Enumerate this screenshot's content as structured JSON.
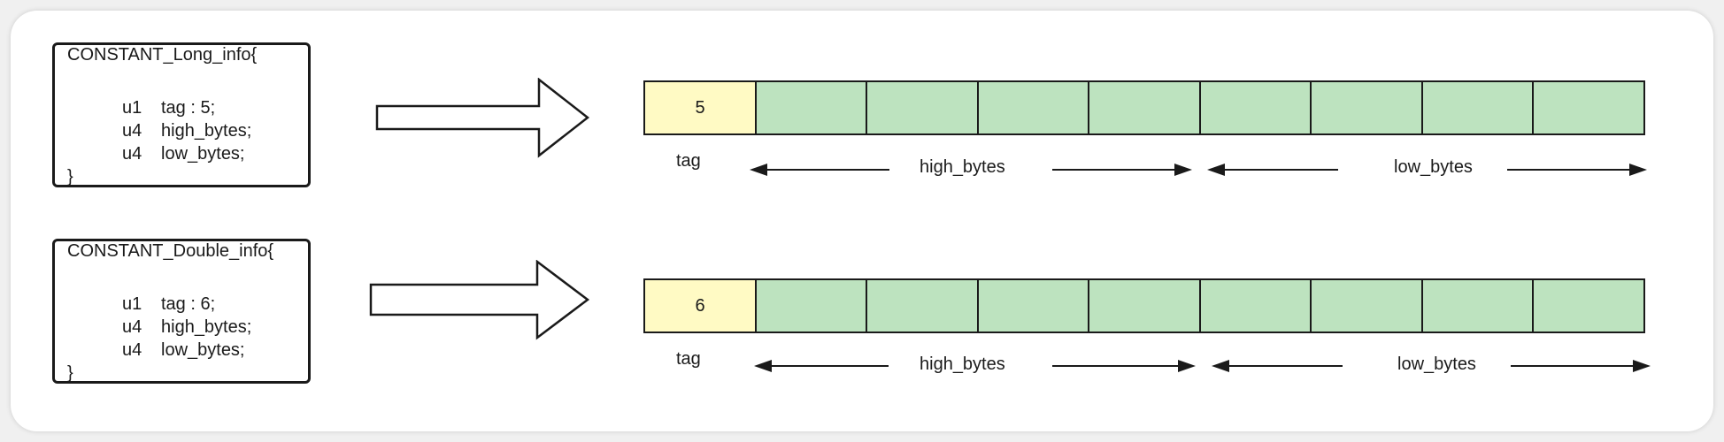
{
  "rows": [
    {
      "struct_name": "CONSTANT_Long_info{",
      "fields": [
        {
          "type": "u1",
          "text": "tag : 5;"
        },
        {
          "type": "u4",
          "text": "high_bytes;"
        },
        {
          "type": "u4",
          "text": "low_bytes;"
        }
      ],
      "close": "}",
      "tag_value": "5",
      "tag_label": "tag",
      "high_label": "high_bytes",
      "low_label": "low_bytes"
    },
    {
      "struct_name": "CONSTANT_Double_info{",
      "fields": [
        {
          "type": "u1",
          "text": "tag : 6;"
        },
        {
          "type": "u4",
          "text": "high_bytes;"
        },
        {
          "type": "u4",
          "text": "low_bytes;"
        }
      ],
      "close": "}",
      "tag_value": "6",
      "tag_label": "tag",
      "high_label": "high_bytes",
      "low_label": "low_bytes"
    }
  ],
  "colors": {
    "tag_cell": "#fffac4",
    "byte_cell": "#bde3bf",
    "stroke": "#1a1a1a"
  }
}
